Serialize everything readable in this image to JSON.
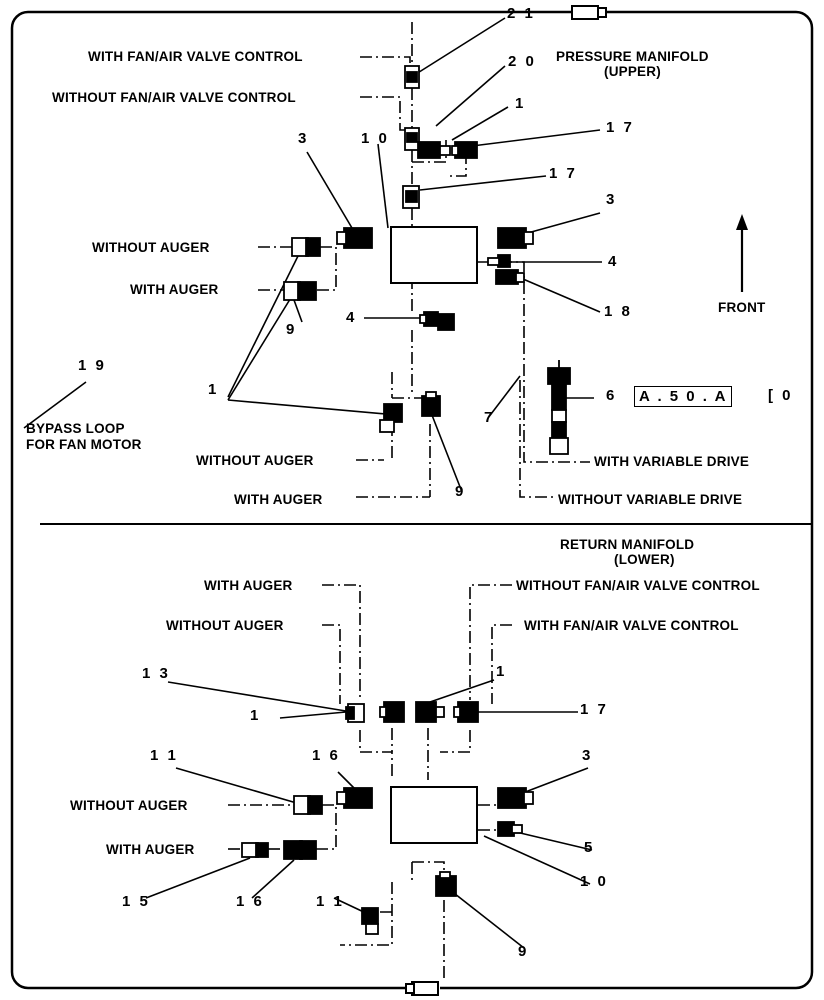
{
  "diagram": {
    "title_upper_line1": "PRESSURE MANIFOLD",
    "title_upper_line2": "(UPPER)",
    "title_lower_line1": "RETURN MANIFOLD",
    "title_lower_line2": "(LOWER)",
    "front_label": "FRONT",
    "bypass_line1": "BYPASS LOOP",
    "bypass_line2": "FOR FAN MOTOR",
    "part_code": "A . 5 0 . A",
    "part_code_suffix": "[ 0",
    "labels": {
      "with_fan_air_valve_control": "WITH FAN/AIR VALVE CONTROL",
      "without_fan_air_valve_control": "WITHOUT FAN/AIR VALVE CONTROL",
      "with_auger": "WITH AUGER",
      "without_auger": "WITHOUT AUGER",
      "with_variable_drive": "WITH VARIABLE DRIVE",
      "without_variable_drive": "WITHOUT VARIABLE DRIVE"
    },
    "callouts": {
      "n1": "1",
      "n3": "3",
      "n4": "4",
      "n5": "5",
      "n6": "6",
      "n9": "9",
      "n10": "1 0",
      "n11": "1 1",
      "n13": "1 3",
      "n15": "1 5",
      "n16": "1 6",
      "n17": "1 7",
      "n18": "1 8",
      "n19": "1 9",
      "n20": "2 0",
      "n21": "2 1"
    }
  }
}
